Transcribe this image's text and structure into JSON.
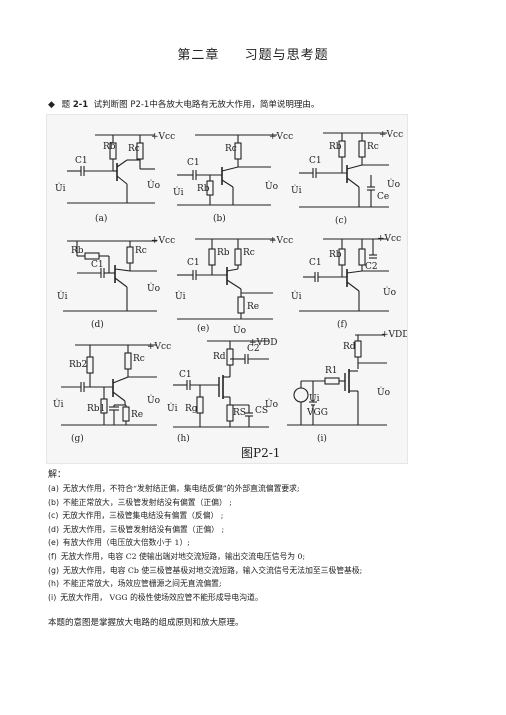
{
  "chapter": {
    "number": "第二章",
    "title": "习题与思考题"
  },
  "question": {
    "bullet": "◆",
    "label": "题",
    "num": "2-1",
    "text": "试判断图",
    "fig": "P2-1",
    "text2": "中各放大电路有无放大作用，简单说明理由。"
  },
  "figure": {
    "caption": "图P2-1",
    "sublabels": [
      "(a)",
      "(b)",
      "(c)",
      "(d)",
      "(e)",
      "(f)",
      "(g)",
      "(h)",
      "(i)"
    ],
    "symbols": {
      "vcc": "+Vcc",
      "vdd": "+VDD",
      "vgg": "VGG",
      "ui": "U̇i",
      "uo": "U̇o",
      "c1": "C1",
      "c2": "C2",
      "cs": "CS",
      "ce": "Ce",
      "rb": "Rb",
      "rc": "Rc",
      "re": "Re",
      "rb1": "Rb1",
      "rb2": "Rb2",
      "rd": "Rd",
      "rg": "Rg",
      "rs": "RS",
      "ri": "R1",
      "plus": "+",
      "minus": "−"
    }
  },
  "answer_header": "解：",
  "answers": [
    {
      "key": "(a)",
      "text": "无放大作用，不符合“发射结正偏，集电结反偏”的外部直流偏置要求;"
    },
    {
      "key": "(b)",
      "text": "不能正常放大，三极管发射结没有偏置（正偏）       ;"
    },
    {
      "key": "(c)",
      "text": "无放大作用，三极管集电结没有偏置（反偏）       ;"
    },
    {
      "key": "(d)",
      "text": "无放大作用，三极管发射结没有偏置（正偏）       ;"
    },
    {
      "key": "(e)",
      "text": "有放大作用（电压放大倍数小于        1）;"
    },
    {
      "key": "(f)",
      "text": "无放大作用，电容    C2 使输出端对地交流短路，输出交流电压信号为          0;"
    },
    {
      "key": "(g)",
      "text": "无放大作用，电容    Cb 使三极管基极对地交流短路，输入交流信号无法加至三极管基极;"
    },
    {
      "key": "(h)",
      "text": "不能正常放大，场效应管栅源之间无直流偏置;"
    },
    {
      "key": "(i)",
      "text": "无放大作用，    VGG 的极性使场效应管不能形成导电沟道。"
    }
  ],
  "summary": "本题的意图是掌握放大电路的组成原则和放大原理。"
}
